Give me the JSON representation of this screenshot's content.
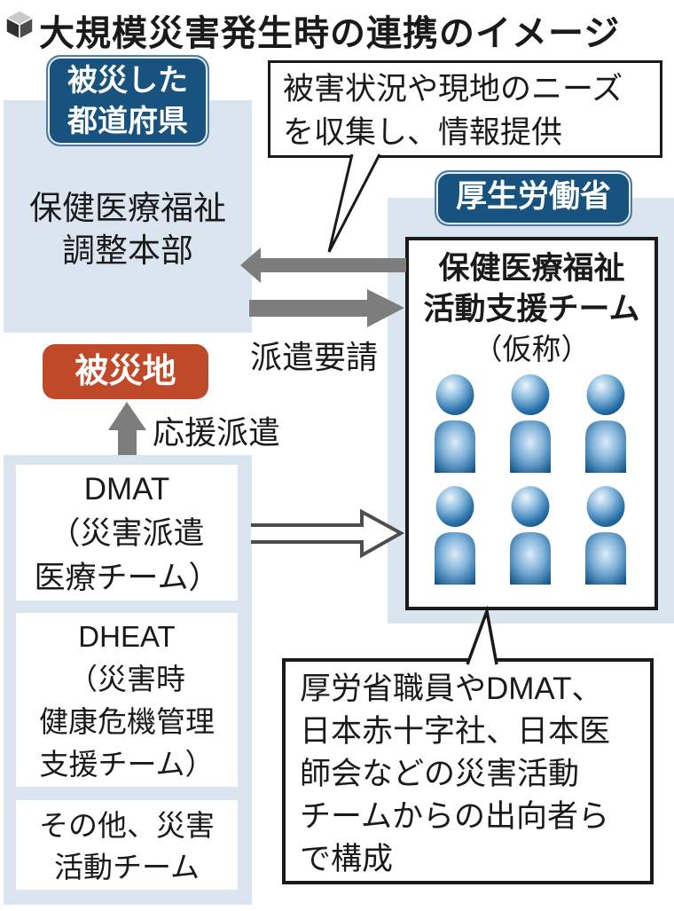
{
  "title": {
    "text": "大規模災害発生時の連携のイメージ",
    "icon": "cube-icon"
  },
  "prefecture": {
    "badge_line1": "被災した",
    "badge_line2": "都道府県",
    "box_line1": "保健医療福祉",
    "box_line2": "調整本部"
  },
  "mhlw": {
    "badge": "厚生労働省",
    "team_line1": "保健医療福祉",
    "team_line2": "活動支援チーム",
    "team_line3": "（仮称）",
    "members": {
      "icon": "person-icon",
      "count": 6,
      "rows": 2,
      "cols": 3
    }
  },
  "bubble_top": {
    "line1": "被害状況や現地のニーズ",
    "line2": "を収集し、情報提供"
  },
  "bubble_bottom": {
    "line1": "厚労省職員やDMAT、",
    "line2": "日本赤十字社、日本医",
    "line3": "師会などの災害活動",
    "line4": "チームからの出向者ら",
    "line5": "で構成"
  },
  "disaster_area_badge": "被災地",
  "arrows": {
    "info_provide": {
      "direction": "left",
      "color": "#7d7d7d"
    },
    "dispatch_request": {
      "direction": "right",
      "color": "#7d7d7d",
      "label": "派遣要請"
    },
    "support_dispatch": {
      "direction": "up",
      "color": "#7d7d7d",
      "label": "応援派遣"
    },
    "staff_flow": {
      "direction": "right",
      "style": "outline-white"
    }
  },
  "teams": {
    "dmat": {
      "line1": "DMAT",
      "line2": "（災害派遣",
      "line3": "医療チーム）"
    },
    "dheat": {
      "line1": "DHEAT",
      "line2": "（災害時",
      "line3": "健康危機管理",
      "line4": "支援チーム）"
    },
    "others": {
      "line1": "その他、災害",
      "line2": "活動チーム"
    }
  },
  "colors": {
    "light_blue": "#dbe5ef",
    "navy": "#17537e",
    "red": "#c0492a",
    "arrow_gray": "#7d7d7d",
    "text": "#1a1a1a"
  }
}
